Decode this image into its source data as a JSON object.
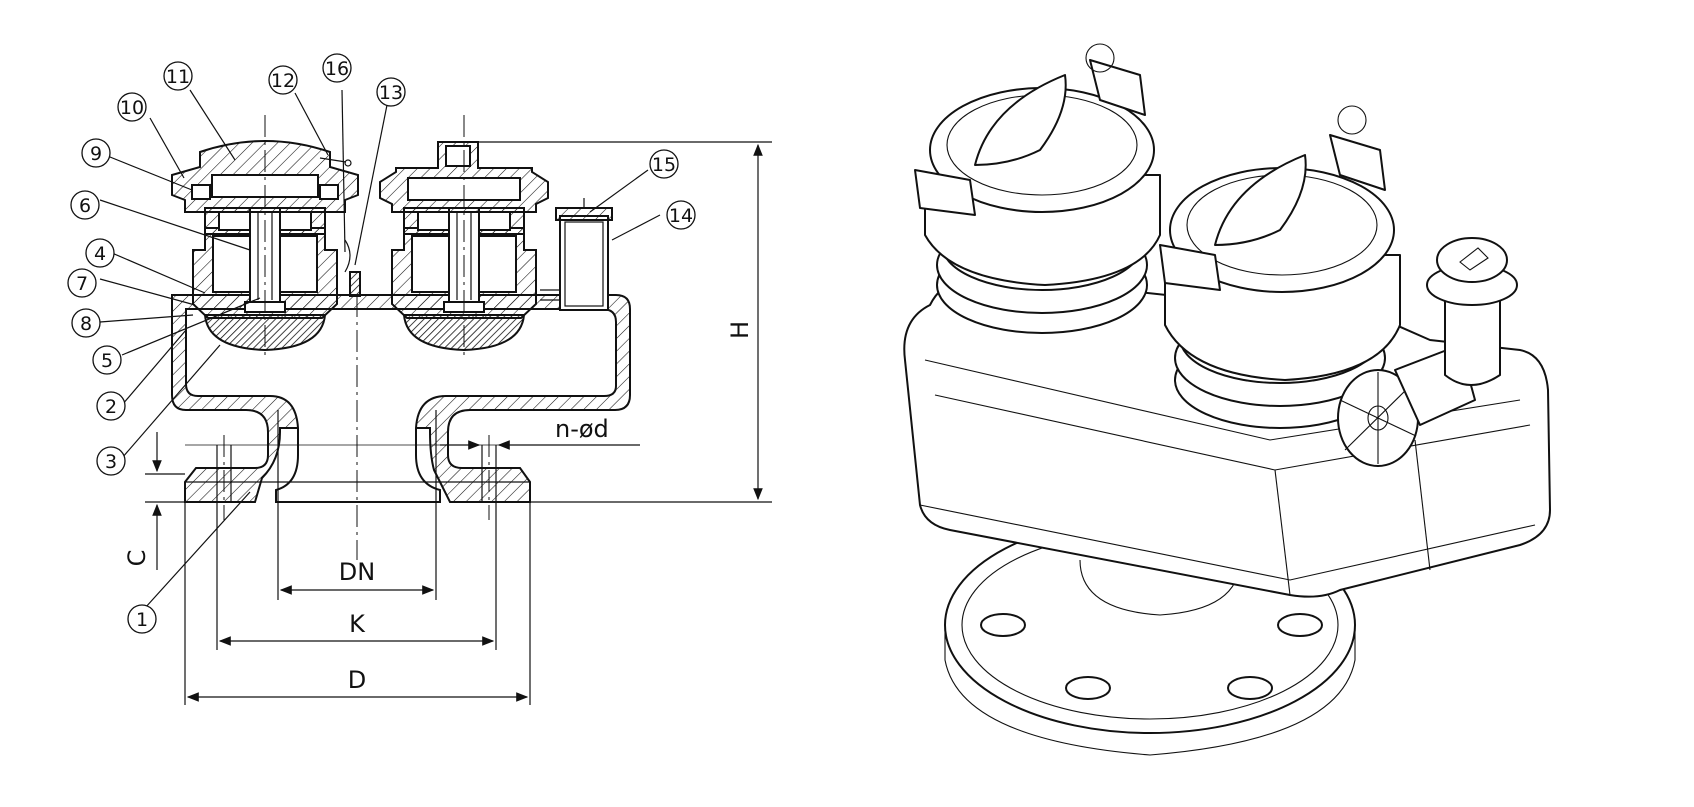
{
  "callouts": [
    "1",
    "2",
    "3",
    "4",
    "5",
    "6",
    "7",
    "8",
    "9",
    "10",
    "11",
    "12",
    "13",
    "14",
    "15",
    "16"
  ],
  "dimensions": {
    "H": "H",
    "C": "C",
    "DN": "DN",
    "K": "K",
    "D": "D",
    "n_od": "n-ød"
  }
}
